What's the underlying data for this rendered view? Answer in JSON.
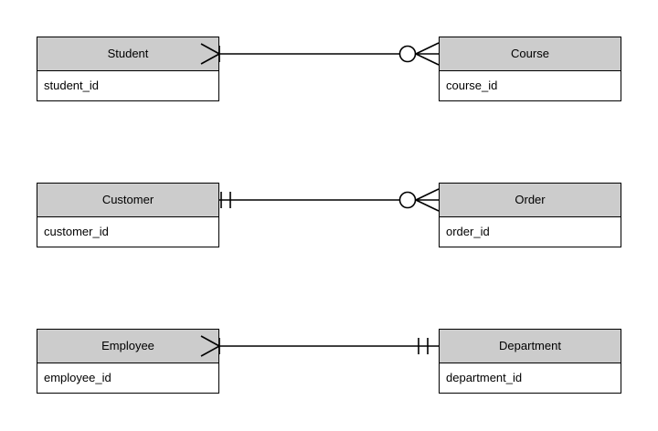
{
  "diagram": {
    "type": "entity-relationship-diagram",
    "notation": "crow's foot",
    "background_color": "#ffffff",
    "header_fill_color": "#cccccc",
    "border_color": "#000000",
    "relationships": [
      {
        "id": "student-course",
        "left_entity": {
          "name": "Student",
          "attribute": "student_id"
        },
        "right_entity": {
          "name": "Course",
          "attribute": "course_id"
        },
        "left_cardinality": "one-or-many",
        "right_cardinality": "zero-or-many"
      },
      {
        "id": "customer-order",
        "left_entity": {
          "name": "Customer",
          "attribute": "customer_id"
        },
        "right_entity": {
          "name": "Order",
          "attribute": "order_id"
        },
        "left_cardinality": "exactly-one",
        "right_cardinality": "zero-or-many"
      },
      {
        "id": "employee-department",
        "left_entity": {
          "name": "Employee",
          "attribute": "employee_id"
        },
        "right_entity": {
          "name": "Department",
          "attribute": "department_id"
        },
        "left_cardinality": "one-or-many",
        "right_cardinality": "exactly-one"
      }
    ]
  }
}
